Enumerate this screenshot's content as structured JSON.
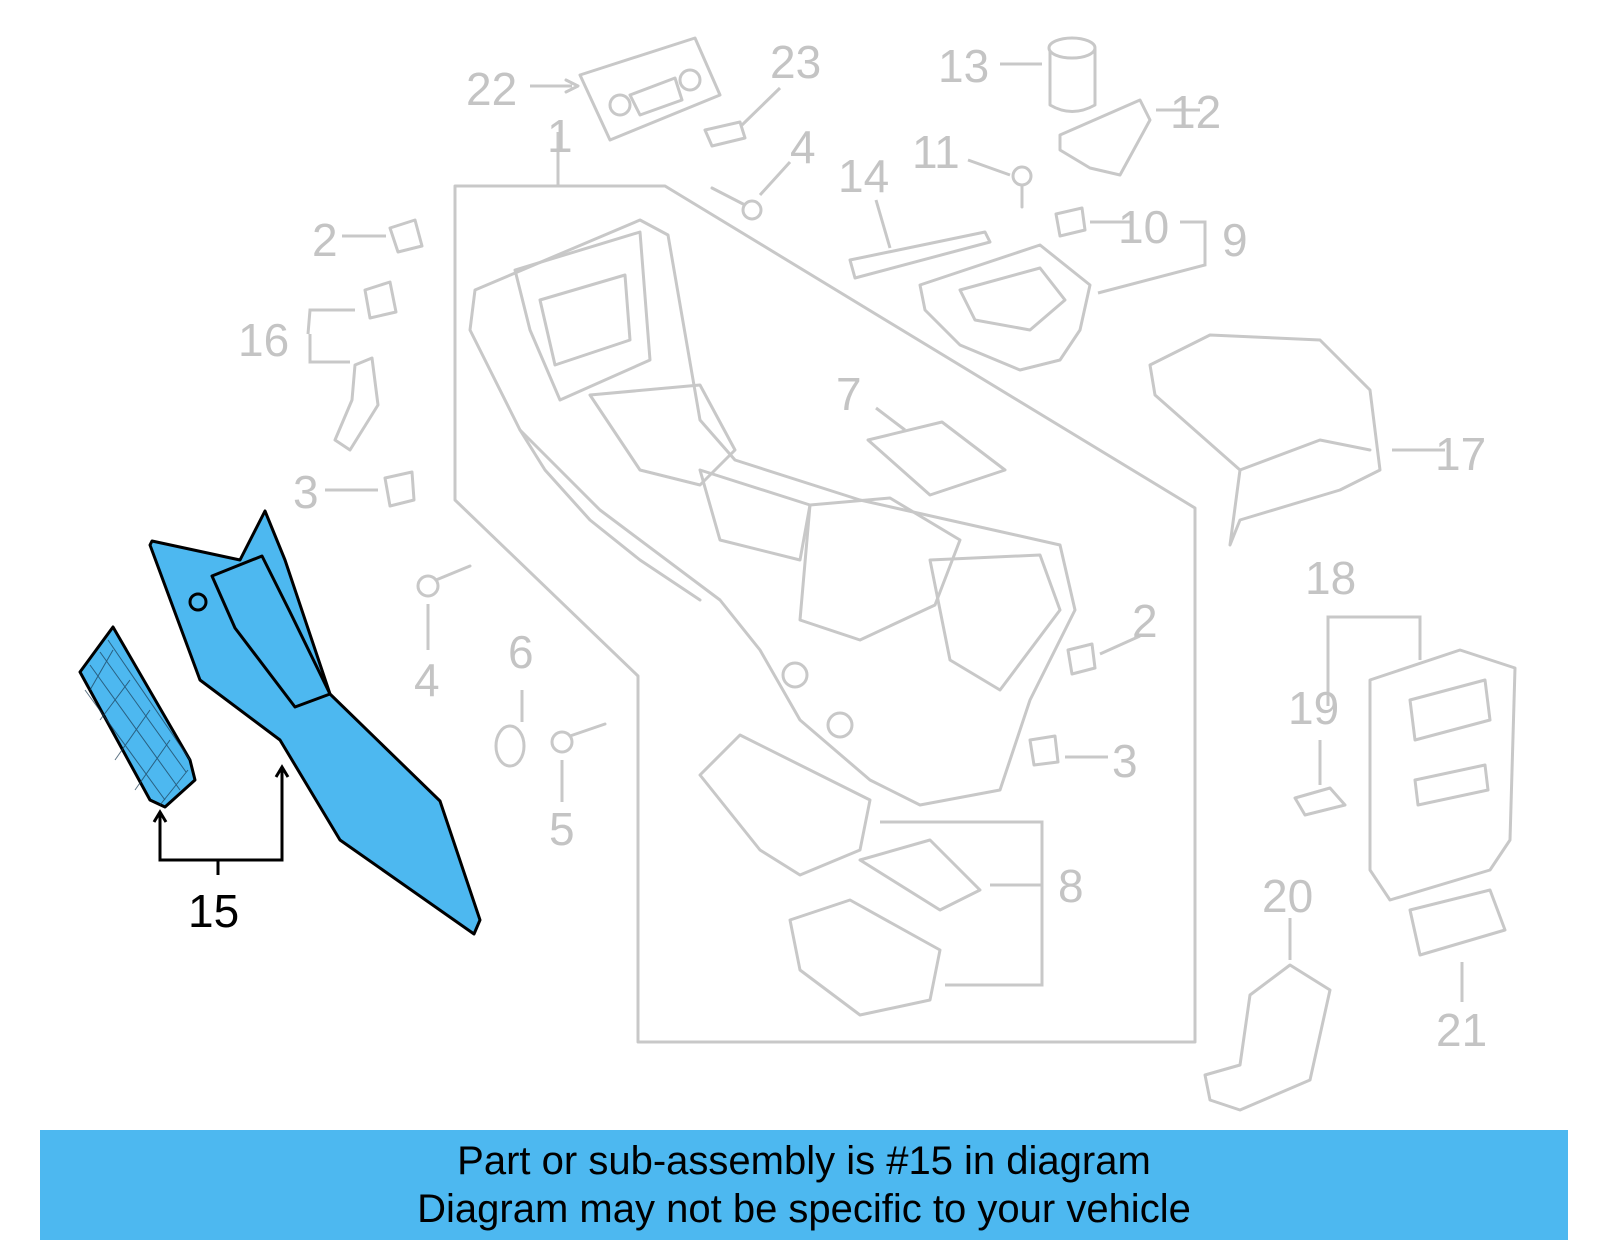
{
  "diagram": {
    "highlighted_part": "15",
    "callouts": {
      "c1": "1",
      "c2a": "2",
      "c2b": "2",
      "c3a": "3",
      "c3b": "3",
      "c4a": "4",
      "c4b": "4",
      "c5": "5",
      "c6": "6",
      "c7": "7",
      "c8": "8",
      "c9": "9",
      "c10": "10",
      "c11": "11",
      "c12": "12",
      "c13": "13",
      "c14": "14",
      "c15": "15",
      "c16": "16",
      "c17": "17",
      "c18": "18",
      "c19": "19",
      "c20": "20",
      "c21": "21",
      "c22": "22",
      "c23": "23"
    },
    "colors": {
      "highlight": "#4db8f0",
      "ghost_line": "#c8c8c8",
      "callout_text": "#c4c4c4"
    }
  },
  "banner": {
    "line1": "Part or sub-assembly is #15 in diagram",
    "line2": "Diagram may not be specific to your vehicle"
  }
}
